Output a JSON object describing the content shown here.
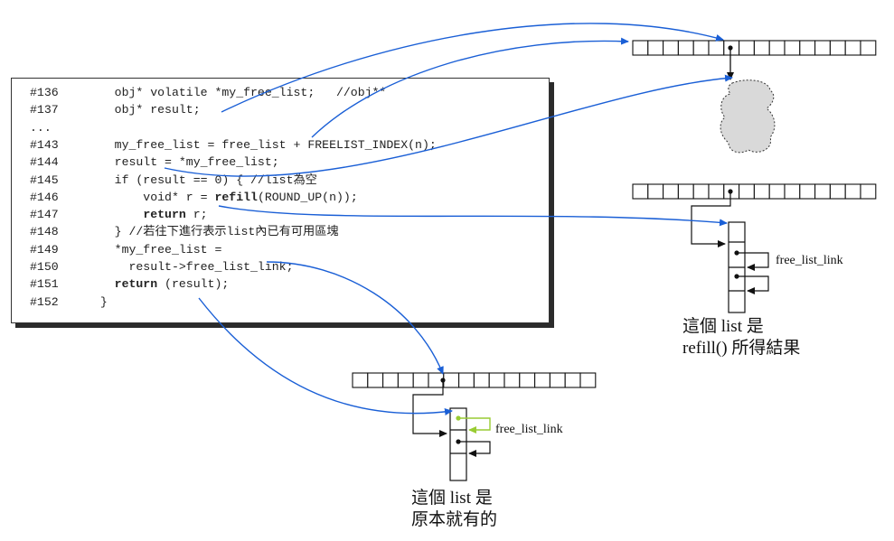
{
  "code": {
    "lines": [
      {
        "num": "#136",
        "parts": [
          {
            "t": "    obj* volatile *my_free_list;   //obj**"
          }
        ]
      },
      {
        "num": "#137",
        "parts": [
          {
            "t": "    obj* result;"
          }
        ]
      },
      {
        "num": "...",
        "parts": [
          {
            "t": ""
          }
        ]
      },
      {
        "num": "#143",
        "parts": [
          {
            "t": "    my_free_list = free_list + FREELIST_INDEX(n);"
          }
        ]
      },
      {
        "num": "#144",
        "parts": [
          {
            "t": "    result = *my_free_list;"
          }
        ]
      },
      {
        "num": "#145",
        "parts": [
          {
            "t": "    if (result == 0) { //list為空"
          }
        ]
      },
      {
        "num": "#146",
        "parts": [
          {
            "t": "        void* r = "
          },
          {
            "t": "refill",
            "b": true
          },
          {
            "t": "(ROUND_UP(n));"
          }
        ]
      },
      {
        "num": "#147",
        "parts": [
          {
            "t": "        "
          },
          {
            "t": "return",
            "b": true
          },
          {
            "t": " r;"
          }
        ]
      },
      {
        "num": "#148",
        "parts": [
          {
            "t": "    } //若往下進行表示list內已有可用區塊"
          }
        ]
      },
      {
        "num": "#149",
        "parts": [
          {
            "t": "    *my_free_list ="
          }
        ]
      },
      {
        "num": "#150",
        "parts": [
          {
            "t": "      result->free_list_link;"
          }
        ]
      },
      {
        "num": "#151",
        "parts": [
          {
            "t": "    "
          },
          {
            "t": "return",
            "b": true
          },
          {
            "t": " (result);"
          }
        ]
      },
      {
        "num": "#152",
        "parts": [
          {
            "t": "  }"
          }
        ]
      }
    ]
  },
  "labels": {
    "free_list_link_right": "free_list_link",
    "free_list_link_bottom": "free_list_link"
  },
  "captions": {
    "right": [
      "這個 list 是",
      "refill() 所得結果"
    ],
    "bottom": [
      "這個 list 是",
      "原本就有的"
    ]
  },
  "colors": {
    "arrow_blue": "#1a5fd6",
    "green_arrow": "#99cc33",
    "cloud_fill": "#d9d9d9",
    "ink": "#111111"
  }
}
